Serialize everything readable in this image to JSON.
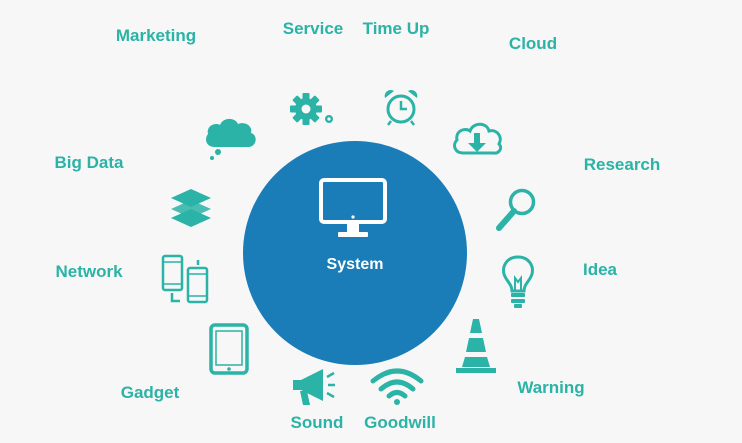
{
  "colors": {
    "accent": "#2ab3a6",
    "center": "#1a7db8",
    "background": "#f7f7f7"
  },
  "center": {
    "label": "System",
    "icon": "monitor-icon"
  },
  "labels": {
    "marketing": "Marketing",
    "service": "Service",
    "time_up": "Time Up",
    "cloud": "Cloud",
    "big_data": "Big Data",
    "research": "Research",
    "network": "Network",
    "idea": "Idea",
    "gadget": "Gadget",
    "warning": "Warning",
    "sound": "Sound",
    "goodwill": "Goodwill"
  },
  "icons": [
    "chat-cloud-icon",
    "gear-icon",
    "alarm-clock-icon",
    "cloud-download-icon",
    "layers-icon",
    "magnifier-icon",
    "devices-icon",
    "lightbulb-icon",
    "tablet-icon",
    "traffic-cone-icon",
    "megaphone-icon",
    "wifi-icon"
  ]
}
